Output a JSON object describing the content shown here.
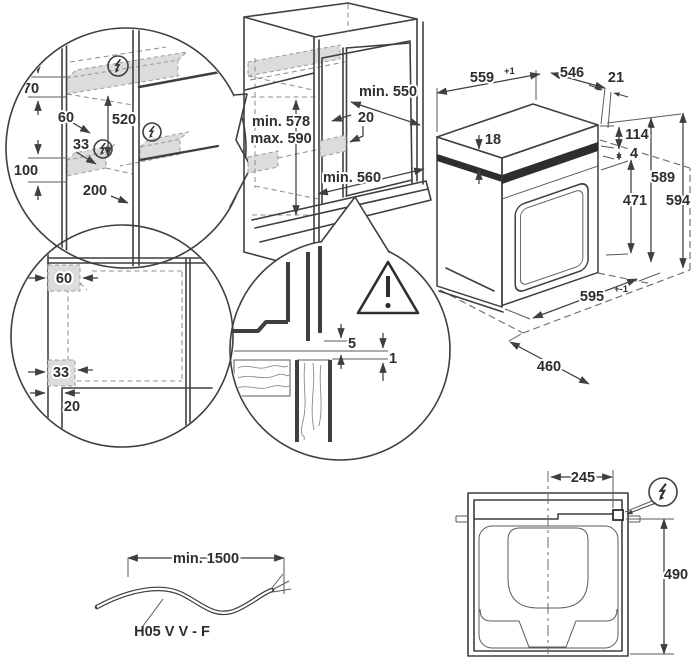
{
  "diagram": {
    "rail_detail": {
      "d70": "70",
      "d60": "60",
      "d520": "520",
      "d33": "33",
      "d100": "100",
      "d200": "200"
    },
    "cabinet": {
      "min_depth": "min. 550",
      "rail_inset": "20",
      "min_height": "min. 578",
      "max_height": "max. 590",
      "min_width": "min. 560"
    },
    "oven": {
      "top_width": "559",
      "top_width_tol": "+1",
      "body_depth": "546",
      "door_offset": "21",
      "top_trim": "18",
      "panel_height": "114",
      "gap": "4",
      "body_height": "589",
      "front_height": "594",
      "door_height": "471",
      "front_width": "595",
      "front_width_tol": "+-1",
      "bottom_depth": "460"
    },
    "plan_detail": {
      "front_gap": "60",
      "side_gap": "33",
      "edge_offset": "20"
    },
    "gap_detail": {
      "counter_gap": "5",
      "floor_gap": "1"
    },
    "cable": {
      "min_length": "min. 1500",
      "cable_type": "H05 V V - F"
    },
    "back_view": {
      "terminal_offset": "245",
      "terminal_height": "490"
    },
    "icons": {
      "electric": "lightning-bolt",
      "warning": "exclamation-triangle"
    },
    "colors": {
      "line": "#3f3f3f",
      "highlight_fill": "#dcdcdc",
      "dark_band": "#2e2e2e",
      "background": "#ffffff"
    }
  }
}
